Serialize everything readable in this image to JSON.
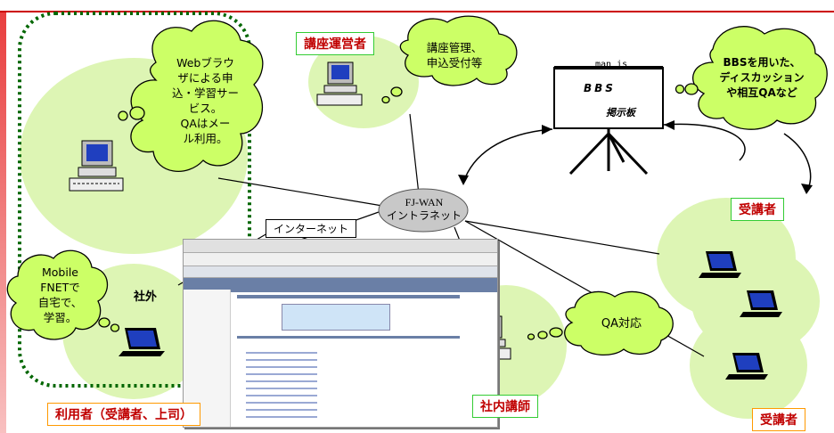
{
  "colors": {
    "accent_red": "#cc0000",
    "circle_green": "#ddf5b4",
    "bubble_green": "#ccff66",
    "label_green": "#33cc33",
    "label_orange": "#ff9900"
  },
  "labels": {
    "course_admin": "講座運営者",
    "user_label": "利用者（受講者、上司）",
    "internal_instructor": "社内講師",
    "trainee_top": "受講者",
    "trainee_bottom": "受講者",
    "internet": "インターネット",
    "outside": "社外"
  },
  "hub": {
    "line1": "FJ-WAN",
    "line2": "イントラネット"
  },
  "bbs": {
    "header": "man is",
    "title": "BBS",
    "subtitle": "掲示板"
  },
  "bubbles": {
    "browser": [
      "Webブラウ",
      "ザによる申",
      "込・学習サー",
      "ビス。",
      "QAはメー",
      "ル利用。"
    ],
    "admin": [
      "講座管理、",
      "申込受付等"
    ],
    "bbs_use": [
      "BBSを用いた、",
      "ディスカッション",
      "や相互QAなど"
    ],
    "mobile": [
      "Mobile",
      "FNETで",
      "自宅で、",
      "学習。"
    ],
    "qa": [
      "QA対応"
    ]
  }
}
